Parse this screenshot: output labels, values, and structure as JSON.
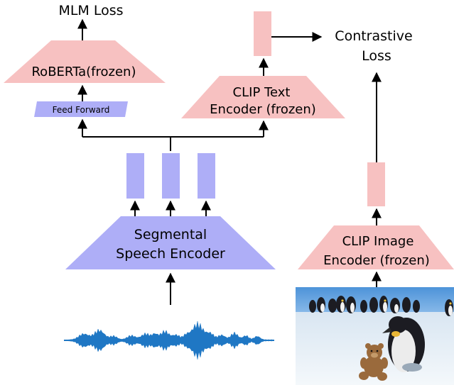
{
  "colors": {
    "pink": "#f7c1c1",
    "blue": "#aeaef7",
    "waveform": "#1f77c4",
    "arrow": "#000000"
  },
  "labels": {
    "mlm_loss": "MLM Loss",
    "roberta": "RoBERTa(frozen)",
    "feed_forward": "Feed Forward",
    "clip_text_line1": "CLIP Text",
    "clip_text_line2": "Encoder (frozen)",
    "contrastive_line1": "Contrastive",
    "contrastive_line2": "Loss",
    "speech_enc_line1": "Segmental",
    "speech_enc_line2": "Speech Encoder",
    "clip_image_line1": "CLIP Image",
    "clip_image_line2": "Encoder (frozen)"
  },
  "image": {
    "description_icon": "photo-penguins-teddy-bear-icon"
  },
  "waveform": {
    "icon": "audio-waveform-icon"
  }
}
